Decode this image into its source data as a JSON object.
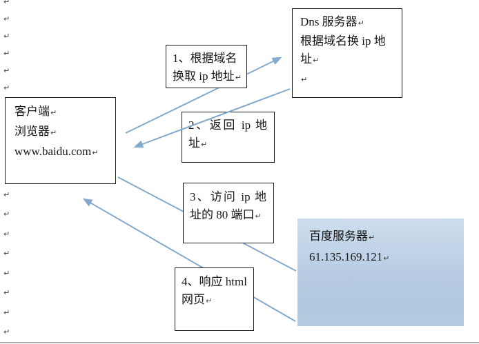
{
  "document": {
    "type": "word-document-diagram",
    "topic": "DNS resolution and HTTP request flow for www.baidu.com"
  },
  "return_mark": "↵",
  "colors": {
    "arrow": "#83a9ce",
    "border": "#1a1a1a",
    "text": "#161616",
    "mark": "#3f3f3f",
    "blue-top": "#cedded",
    "blue-mid": "#b6cbe2",
    "blue-bottom": "#b0c8e0",
    "page-rule": "#ababab"
  },
  "boxes": {
    "client": {
      "role": "client browser",
      "lines": [
        "客户端",
        "浏览器",
        "www.baidu.com"
      ]
    },
    "dns": {
      "role": "DNS server",
      "lines": [
        "Dns 服务器",
        "根据域名换 ip 地",
        "址"
      ]
    },
    "step1": {
      "role": "step 1 label",
      "lines": [
        "1、根据域名",
        "换取 ip 地址"
      ]
    },
    "step2": {
      "role": "step 2 label",
      "lines": [
        "2、返回 ip 地",
        "址"
      ]
    },
    "step3": {
      "role": "step 3 label",
      "lines": [
        "3、访问 ip 地",
        "址的 80 端口"
      ]
    },
    "step4": {
      "role": "step 4 label",
      "lines": [
        "4、响应 html",
        "网页"
      ]
    },
    "baidu": {
      "role": "baidu web server",
      "lines": [
        "百度服务器",
        "61.135.169.121"
      ]
    }
  },
  "connectors": [
    {
      "name": "arrow-step1-request",
      "from": "client",
      "to": "dns",
      "arrowhead": true
    },
    {
      "name": "arrow-step2-return",
      "from": "dns",
      "to": "client",
      "arrowhead": true
    },
    {
      "name": "line-step3-access",
      "from": "client",
      "to": "baidu",
      "arrowhead": false
    },
    {
      "name": "arrow-step4-response",
      "from": "baidu",
      "to": "client",
      "arrowhead": true
    }
  ]
}
